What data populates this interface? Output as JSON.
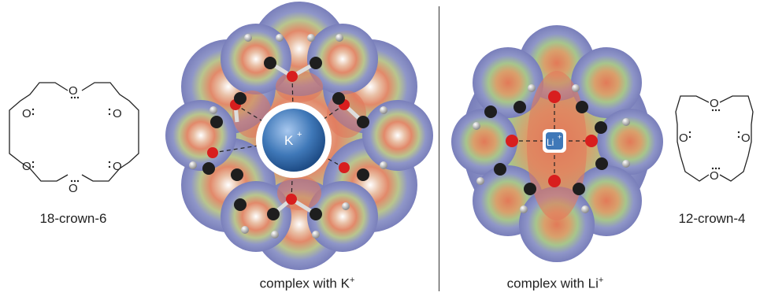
{
  "left_structure": {
    "label": "18-crown-6",
    "atom": "O"
  },
  "k_complex": {
    "ion_symbol": "K",
    "ion_charge": "+",
    "caption_prefix": "complex with K",
    "caption_charge": "+"
  },
  "li_complex": {
    "ion_symbol": "Li",
    "ion_charge": "+",
    "caption_prefix": "complex with Li",
    "caption_charge": "+"
  },
  "right_structure": {
    "label": "12-crown-4",
    "atom": "O"
  },
  "colors": {
    "surface_blue": "#7f86c4",
    "surface_red": "#e07a5a",
    "surface_green": "#9ec98a",
    "oxygen": "#d81e1e",
    "carbon": "#1e1e1e",
    "hydrogen": "#c8c8d4",
    "k_ion": "#3f78b8"
  }
}
